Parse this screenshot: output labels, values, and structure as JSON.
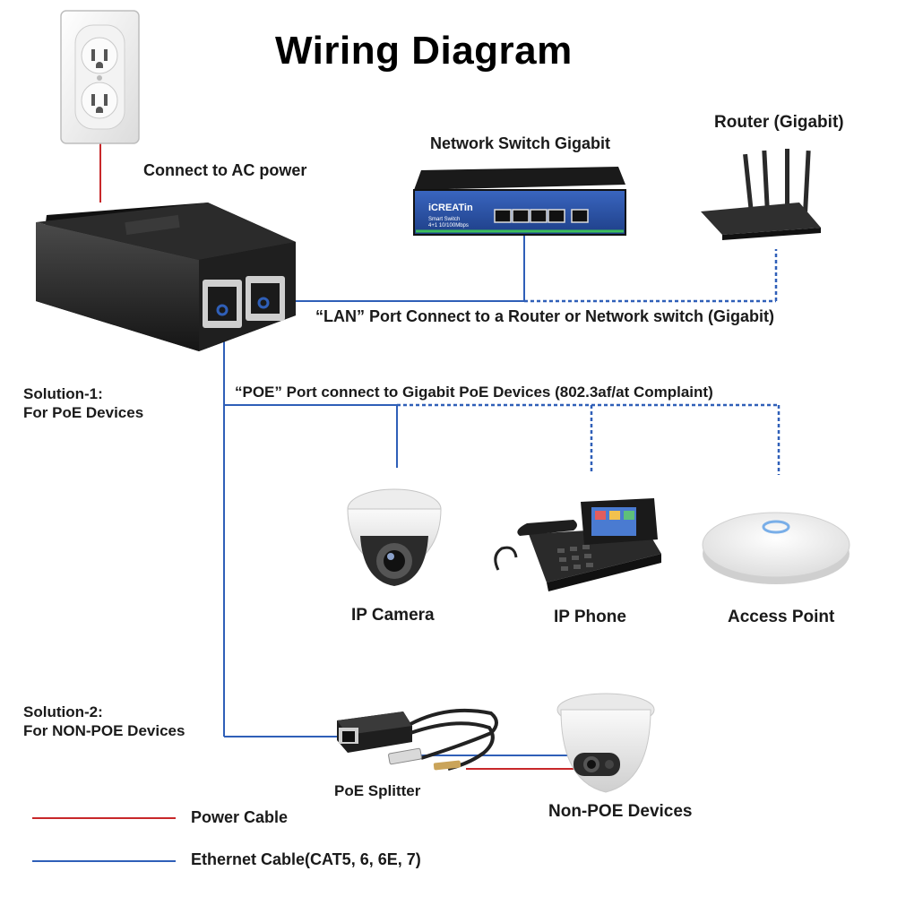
{
  "title": "Wiring Diagram",
  "labels": {
    "ac_power": "Connect to AC power",
    "network_switch": "Network Switch Gigabit",
    "router": "Router (Gigabit)",
    "lan_port": "“LAN” Port Connect to a Router or Network switch (Gigabit)",
    "poe_port": "“POE” Port connect to Gigabit PoE Devices (802.3af/at Complaint)",
    "solution1_line1": "Solution-1:",
    "solution1_line2": "For PoE Devices",
    "solution2_line1": "Solution-2:",
    "solution2_line2": "For NON-POE Devices",
    "ip_camera": "IP Camera",
    "ip_phone": "IP Phone",
    "access_point": "Access Point",
    "poe_splitter": "PoE Splitter",
    "non_poe_devices": "Non-POE Devices",
    "switch_brand": "iCREATin",
    "switch_sub1": "Smart Switch",
    "switch_sub2": "4+1 10/100Mbps"
  },
  "legend": [
    {
      "label": "Power Cable",
      "color": "#c8282a"
    },
    {
      "label": "Ethernet Cable(CAT5, 6, 6E, 7)",
      "color": "#2f5fb8"
    }
  ],
  "colors": {
    "ethernet": "#2f5fb8",
    "power": "#c8282a",
    "switch_body": "#2d56a8"
  },
  "icons": [
    "wall-outlet-icon",
    "poe-injector-icon",
    "network-switch-icon",
    "router-icon",
    "ip-camera-icon",
    "ip-phone-icon",
    "access-point-icon",
    "poe-splitter-icon",
    "turret-camera-icon"
  ]
}
